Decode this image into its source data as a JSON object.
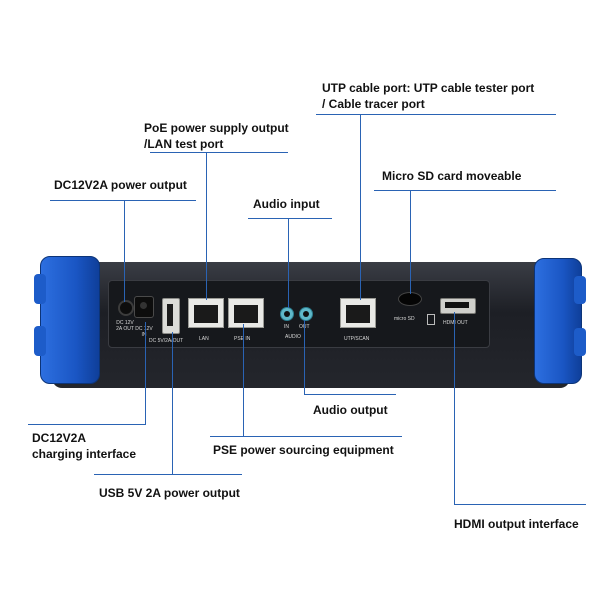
{
  "labels": {
    "utp_line1": "UTP cable port: UTP cable tester port",
    "utp_line2": "/ Cable tracer port",
    "poe_line1": "PoE power supply output",
    "poe_line2": "/LAN test port",
    "micro_sd": "Micro SD card moveable",
    "dc_output": "DC12V2A power output",
    "audio_input": "Audio input",
    "audio_output": "Audio output",
    "dc_charging_line1": "DC12V2A",
    "dc_charging_line2": "charging interface",
    "pse": "PSE power sourcing equipment",
    "usb": "USB 5V 2A power output",
    "hdmi": "HDMI output interface"
  },
  "device_text": {
    "dc_out": "DC 12V 2A OUT",
    "dc_in": "DC 12V IN",
    "usb": "DC 5V/2A/OUT",
    "lan": "LAN",
    "pse_in": "PSE IN",
    "in": "IN",
    "out": "OUT",
    "audio": "AUDIO",
    "utp_scan": "UTP/SCAN",
    "micro_sd": "micro SD",
    "hdmi_out": "HDMI OUT"
  },
  "colors": {
    "leader_line": "#2a63b4",
    "bumper": "#1a56c4",
    "body": "#24262c"
  }
}
